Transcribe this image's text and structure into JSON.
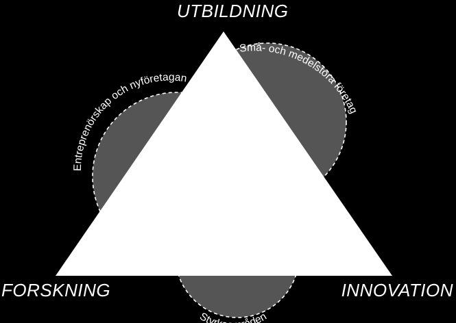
{
  "diagram": {
    "corners": {
      "top": "UTBILDNING",
      "left": "FORSKNING",
      "right": "INNOVATION"
    },
    "arcs": {
      "upper_right": "Små- och medelstora företag",
      "upper_left": "Entreprenörskap och nyföretagande",
      "bottom": "Styrkeområden"
    },
    "colors": {
      "background": "#000000",
      "triangle": "#ffffff",
      "circles": "#555555",
      "text": "#ffffff",
      "dashes": "#ffffff"
    }
  }
}
